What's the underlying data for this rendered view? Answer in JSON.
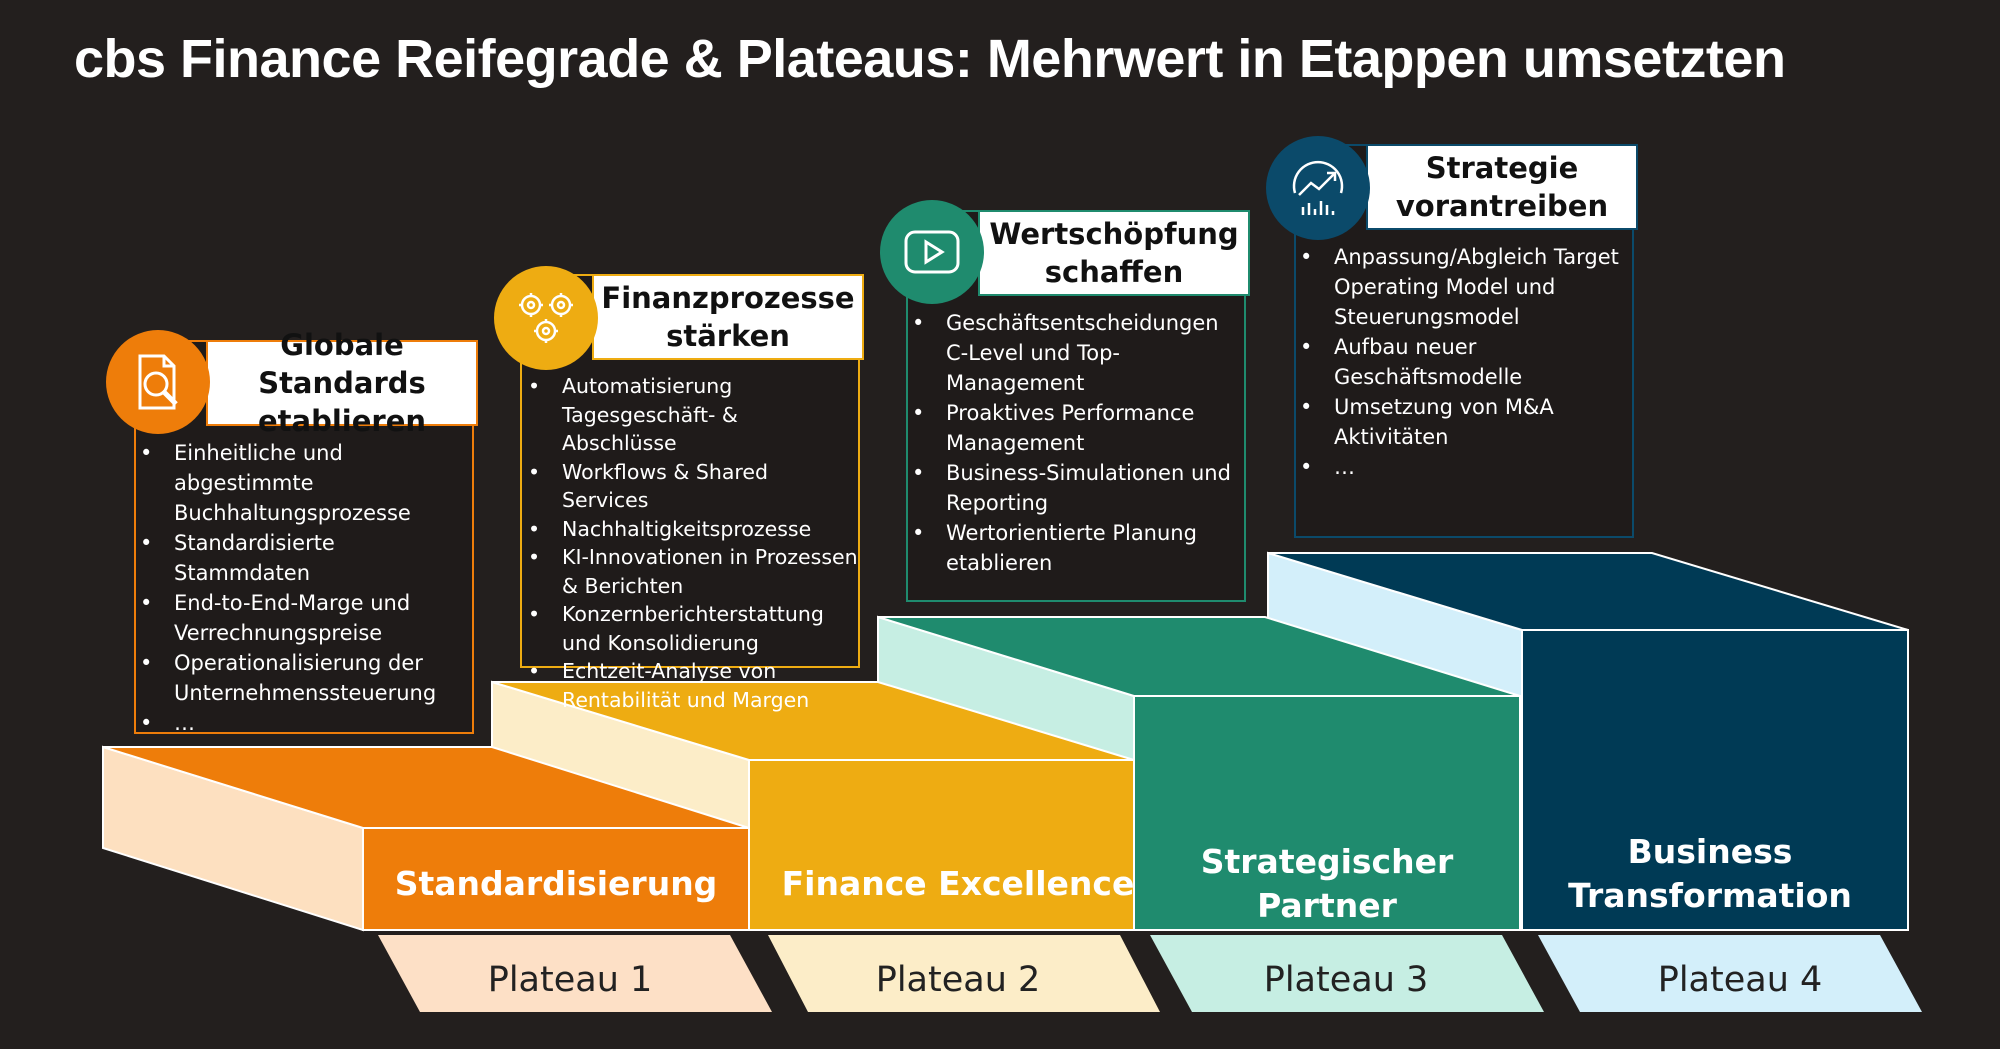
{
  "title": "cbs Finance Reifegrade & Plateaus: Mehrwert in Etappen umsetzten",
  "colors": {
    "orange": "#ee7d0a",
    "yellow": "#eeac12",
    "green": "#1f8b6e",
    "navy": "#003a55"
  },
  "stages": [
    {
      "label": "Standardisierung",
      "plateau": "Plateau 1",
      "card_title": "Globale Standards etablieren",
      "icon": "document-search-icon",
      "items": [
        "Einheitliche und abgestimmte Buchhaltungsprozesse",
        "Standardisierte Stammdaten",
        "End-to-End-Marge und Verrechnungspreise",
        "Operationalisierung der Unternehmenssteuerung",
        "…"
      ]
    },
    {
      "label": "Finance Excellence",
      "plateau": "Plateau 2",
      "card_title": "Finanzprozesse stärken",
      "icon": "gears-icon",
      "items": [
        "Automatisierung Tagesgeschäft- & Abschlüsse",
        "Workflows & Shared Services",
        "Nachhaltigkeitsprozesse",
        "KI-Innovationen in Prozessen & Berichten",
        "Konzernberichterstattung und Konsolidierung",
        "Echtzeit-Analyse von Rentabilität und Margen"
      ]
    },
    {
      "label": "Strategischer Partner",
      "plateau": "Plateau 3",
      "card_title": "Wertschöpfung schaffen",
      "icon": "play-icon",
      "items": [
        "Geschäftsentscheidungen C-Level und Top-Management",
        "Proaktives Performance Management",
        "Business-Simulationen und Reporting",
        "Wertorientierte Planung etablieren"
      ]
    },
    {
      "label": "Business Transformation",
      "plateau": "Plateau 4",
      "card_title": "Strategie vorantreiben",
      "icon": "growth-chart-icon",
      "items": [
        "Anpassung/Abgleich Target Operating Model und Steuerungsmodel",
        "Aufbau neuer Geschäftsmodelle",
        "Umsetzung von M&A Aktivitäten",
        "…"
      ]
    }
  ]
}
